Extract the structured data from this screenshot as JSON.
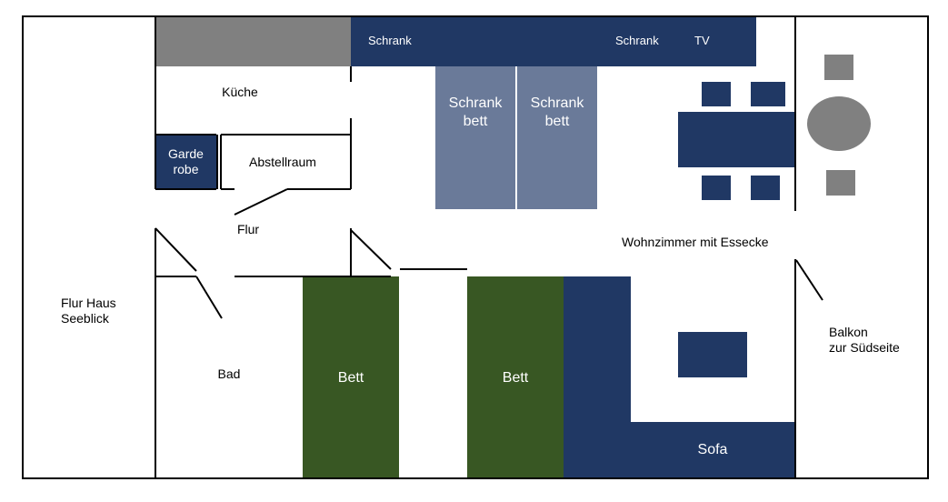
{
  "labels": {
    "kitchen": "Küche",
    "wardrobe_line1": "Garde",
    "wardrobe_line2": "robe",
    "storage": "Abstellraum",
    "hallway": "Flur",
    "house_hallway_line1": "Flur Haus",
    "house_hallway_line2": "Seeblick",
    "bathroom": "Bad",
    "bed_left": "Bett",
    "bed_right": "Bett",
    "cabinet_left": "Schrank",
    "cabinet_right": "Schrank",
    "tv": "TV",
    "cabinet_bed_left_line1": "Schrank",
    "cabinet_bed_left_line2": "bett",
    "cabinet_bed_right_line1": "Schrank",
    "cabinet_bed_right_line2": "bett",
    "living_room": "Wohnzimmer mit Essecke",
    "balcony_line1": "Balkon",
    "balcony_line2": "zur Südseite",
    "sofa": "Sofa"
  },
  "colors": {
    "wall": "#000000",
    "navy_furniture": "#203864",
    "bed_green": "#385723",
    "cabinet_bed_slate": "#6a7a99",
    "kitchen_counter_gray": "#808080",
    "balcony_furniture_gray": "#808080"
  }
}
